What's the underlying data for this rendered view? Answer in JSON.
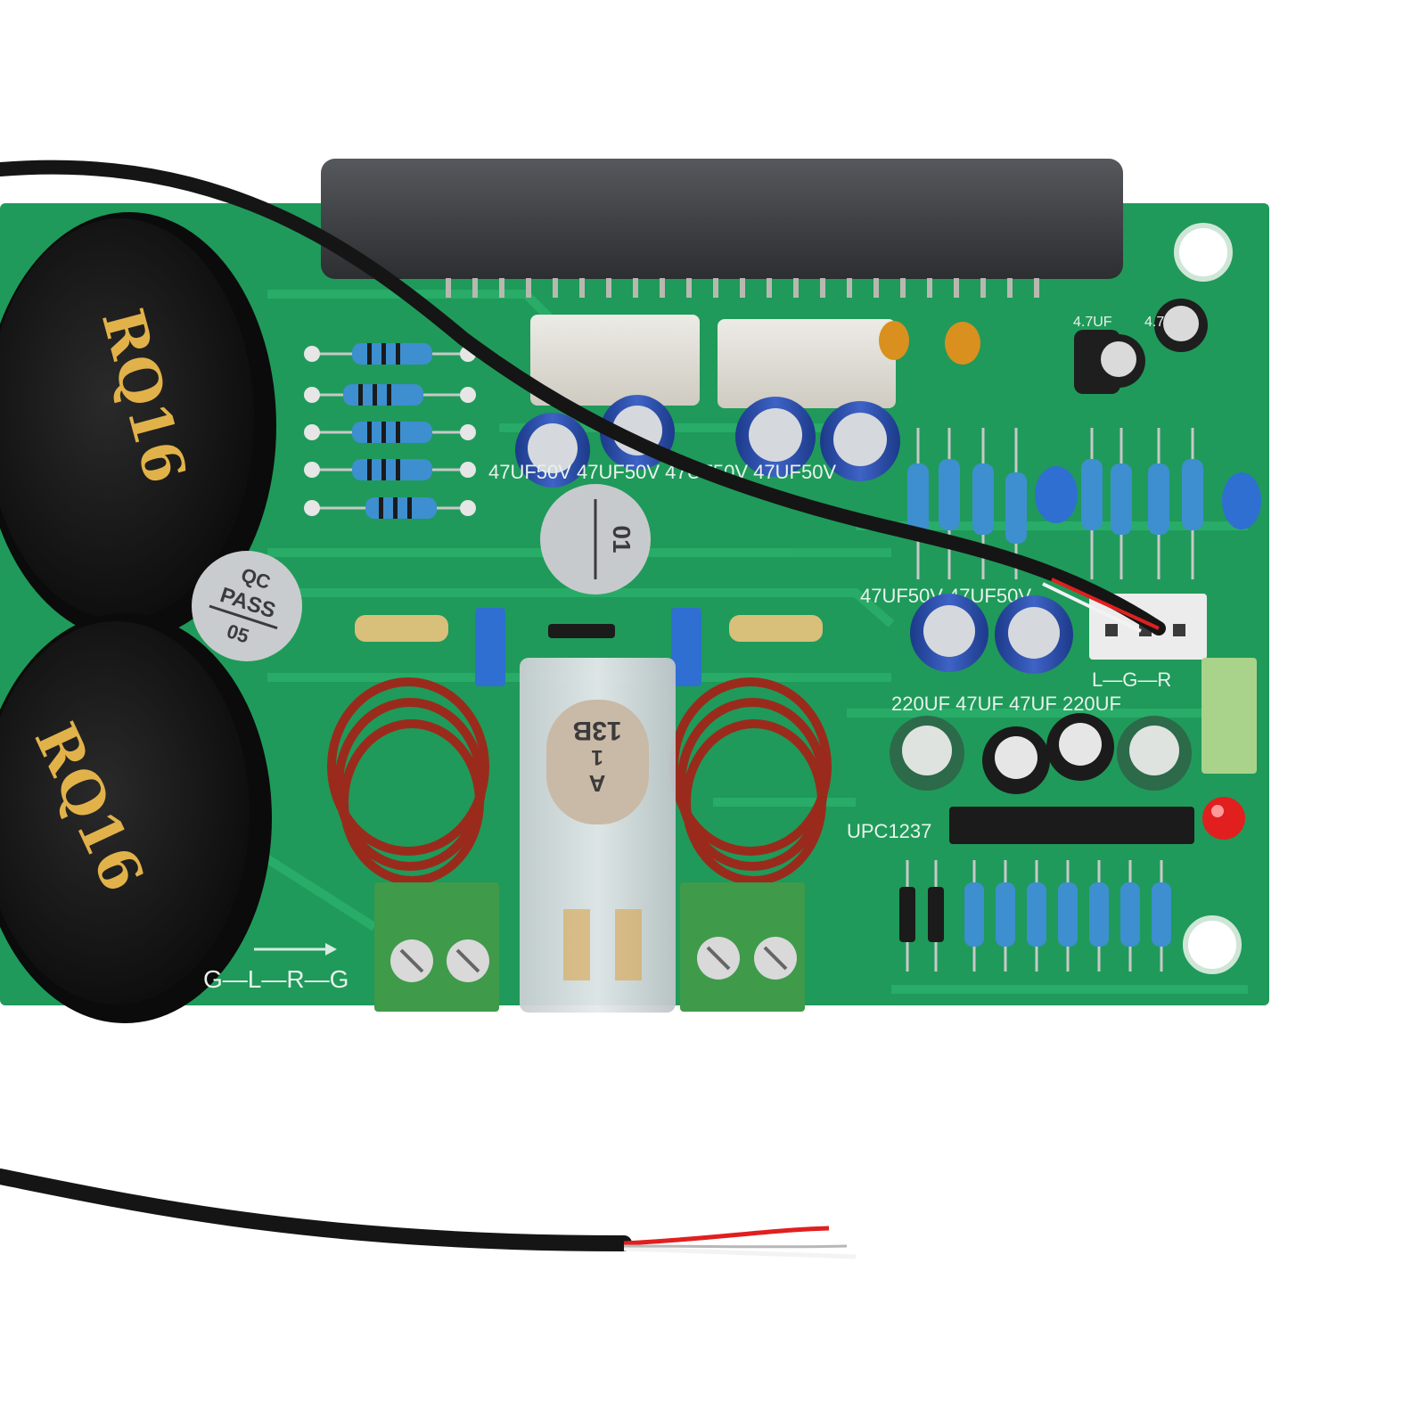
{
  "colors": {
    "background": "#ffffff",
    "pcb": "#1f9a5a",
    "pcb_dark": "#17804a",
    "trace": "#2bb06a",
    "silkscreen": "#e8f3ec",
    "heatsink": "#3c3f42",
    "capacitor_body": "#161616",
    "capacitor_text": "#e2b24a",
    "film_cap": "#dedbd2",
    "coil_copper": "#9a2b1c",
    "terminal_block": "#3f9a4a",
    "relay_shell": "#d9dde0",
    "led_red": "#e11f1f",
    "cable": "#151515"
  },
  "board": {
    "big_cap_label_top": "RQ16",
    "big_cap_label_bottom": "RQ16",
    "qc_sticker": {
      "line1": "QC",
      "line2": "PASS",
      "line3": "05"
    },
    "gray_sticker": "01",
    "relay_marking": {
      "line1": "A",
      "line2": "1",
      "line3": "13B"
    },
    "silk_cap_row_top": "47UF50V  47UF50V  47UF50V  47UF50V",
    "silk_cap_row_mid": "47UF50V  47UF50V",
    "silk_small_caps": "4.7UF",
    "silk_small_caps_2": "4.7",
    "silk_connector": "L—G—R",
    "silk_cap_row_bottom": "220UF  47UF  47UF  220UF",
    "silk_ic": "UPC1237",
    "silk_output": "G—L—R—G"
  }
}
